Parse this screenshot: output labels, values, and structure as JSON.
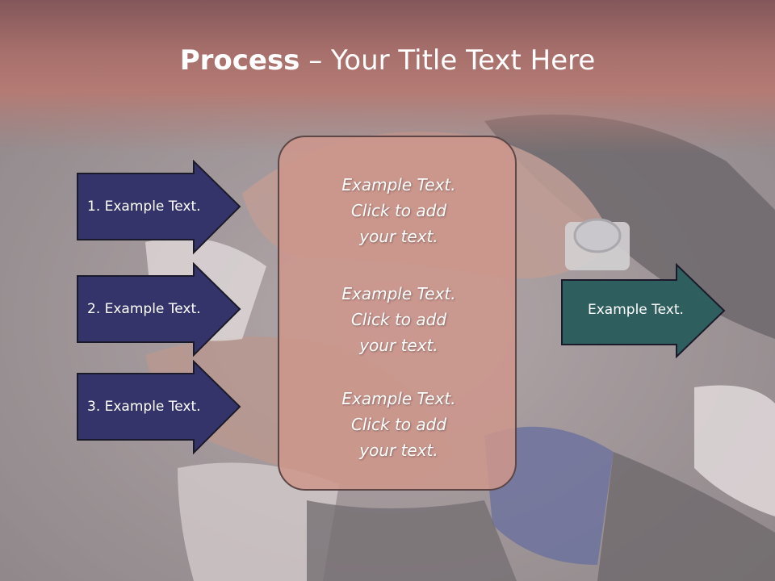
{
  "slide": {
    "title_bold": "Process",
    "title_rest": " – Your Title Text Here",
    "left_arrows": [
      {
        "label": "1. Example Text."
      },
      {
        "label": "2. Example Text."
      },
      {
        "label": "3. Example Text."
      }
    ],
    "right_arrow": {
      "label": "Example Text."
    },
    "center_blocks": [
      {
        "line1": "Example Text.",
        "line2": "Click  to add",
        "line3": "your text."
      },
      {
        "line1": "Example Text.",
        "line2": "Click  to add",
        "line3": "your text."
      },
      {
        "line1": "Example Text.",
        "line2": "Click  to add",
        "line3": "your text."
      }
    ]
  },
  "colors": {
    "left_arrow_fill": "#34346a",
    "right_arrow_fill": "#2f5e5e",
    "arrow_stroke": "#1a1a2a",
    "center_box_fill": "#cd968c",
    "title_band": "#a8706c"
  }
}
